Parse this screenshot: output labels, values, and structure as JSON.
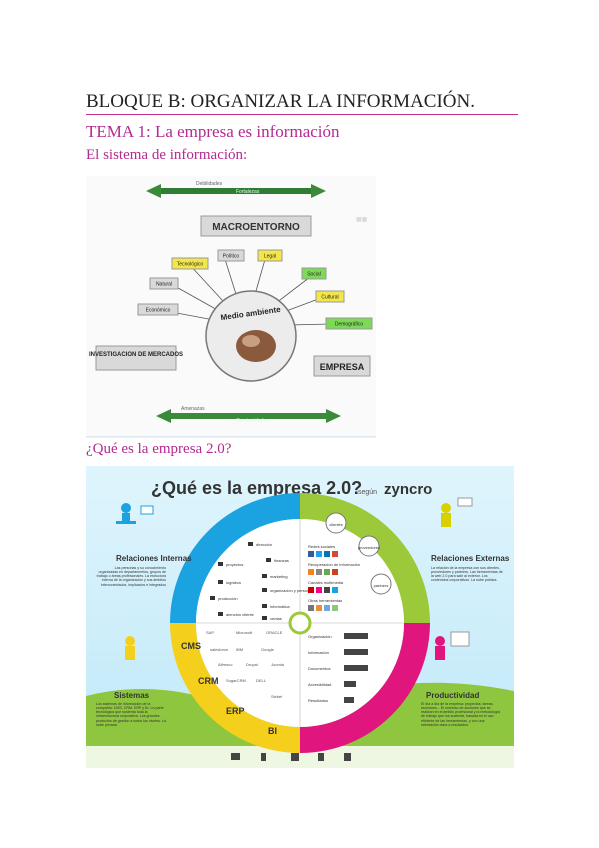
{
  "header": {
    "title": "BLOQUE B: ORGANIZAR LA INFORMACIÓN.",
    "tema": "TEMA 1: La empresa es información",
    "subtitle": "El sistema de información:",
    "question": "¿Qué es la empresa 2.0?"
  },
  "diagram1": {
    "top_arrow_a": "Debilidades",
    "top_arrow_b": "Fortalezas",
    "macro": "MACROENTORNO",
    "center": "Medio ambiente",
    "factors": [
      "Tecnológico",
      "Político",
      "Legal",
      "Natural",
      "Social",
      "Económico",
      "Cultural",
      "Demográfico"
    ],
    "left_box": "INVESTIGACION DE MERCADOS",
    "right_box": "EMPRESA",
    "bottom_arrow_a": "Amenazas",
    "bottom_arrow_b": "Oportunidades",
    "colors": {
      "yellow": "#f3e64a",
      "green": "#7ed957",
      "gray_box": "#d9d9d9",
      "arrow": "#3a8a3a"
    }
  },
  "diagram2": {
    "title": "¿Qué es la empresa 2.0?",
    "title_suffix": "según",
    "brand": "zyncro",
    "quadrants": {
      "internas": {
        "title": "Relaciones Internas",
        "text": "Las personas y su conocimiento organizadas en departamentos, grupos de trabajo o áreas profesionales. La estructura interna de la organización y sus ámbitos interconectados, implicados e integrados"
      },
      "externas": {
        "title": "Relaciones Externas",
        "text": "La relación de la empresa con sus clientes, proveedores y partners. Las herramientas de la web 2.0 para salir al exterior. Los contenidos corporativos. La nube pública."
      },
      "sistemas": {
        "title": "Sistemas",
        "text": "Los sistemas de información de la compañía: CMS, CRM, ERP y BI. La parte tecnológica que sustenta toda la infraestructura corporativa. Los grandes productos de gestión a todos los niveles. La nube privada."
      },
      "productividad": {
        "title": "Productividad",
        "text": "El día a día de la empresa: proyectos, tareas, reuniones... El universo de acciones que se realizan en el ámbito profesional y la metodología de trabajo que los sustenta, basada en el uso eficiente de las herramientas, y con una orientación clara a resultados."
      }
    },
    "ring_labels": [
      "CMS",
      "CRM",
      "ERP",
      "BI"
    ],
    "inner_left": [
      "dirección",
      "finanzas",
      "proyectos",
      "marketing",
      "logística",
      "organización y personas",
      "producción",
      "informática",
      "atención cliente",
      "ventas"
    ],
    "inner_right_top": [
      "Redes sociales",
      "Recuperación de información",
      "Canales multimedia",
      "Otras herramientas"
    ],
    "inner_right_top_icons": [
      "clientes",
      "proveedores",
      "partners"
    ],
    "inner_right_bottom": [
      "Organización",
      "Información",
      "Documentos",
      "Accesibilidad",
      "Resultados"
    ],
    "logos": [
      "SAP",
      "Microsoft",
      "ORACLE",
      "salesforce",
      "IBM",
      "Google",
      "Alfresco",
      "Drupal",
      "Joomla",
      "SugarCRM",
      "DELL",
      "Siebel"
    ],
    "colors": {
      "blue": "#1aa3e0",
      "green": "#9bc93a",
      "yellow": "#f4d01c",
      "magenta": "#e0157d",
      "bg": "#cfeefa",
      "grass": "#8ec63f"
    }
  }
}
